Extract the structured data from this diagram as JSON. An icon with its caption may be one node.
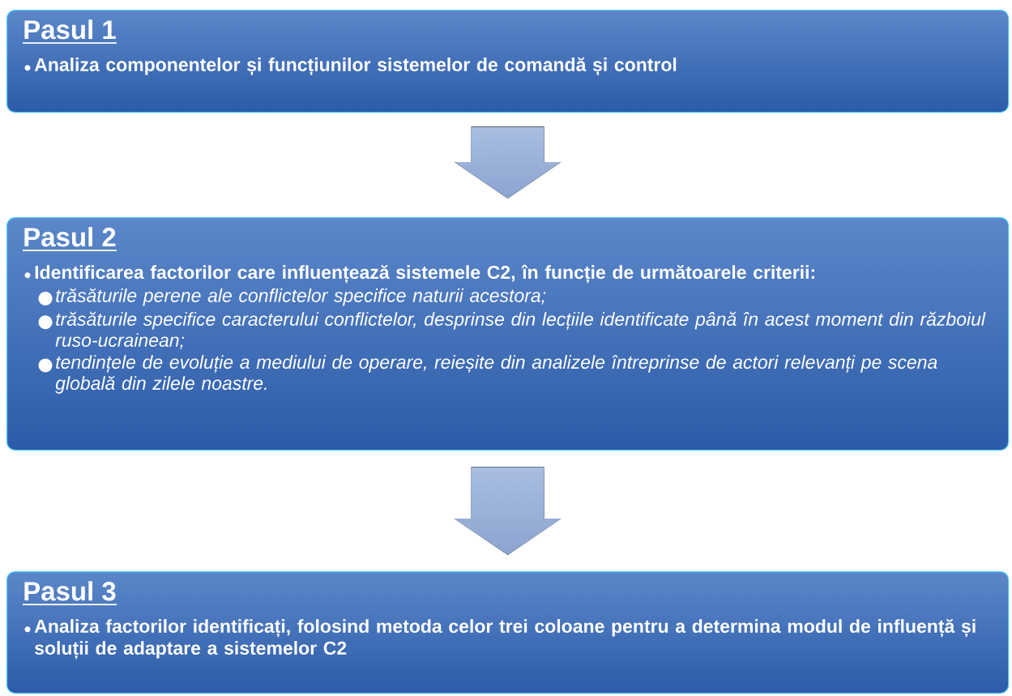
{
  "diagram": {
    "nodes": [
      {
        "text": [
          "Pasul 1",
          "Analiza componentelor și funcțiunilor sistemelor de comandă și control"
        ]
      },
      {
        "text": [
          "Pasul 2",
          "Identificarea factorilor care influențează sistemele C2, în funcție de următoarele criterii:",
          "trăsăturile perene ale conflictelor specifice naturii acestora;",
          "trăsăturile specifice caracterului conflictelor, desprinse din lecțiile identificate până în acest moment din războiul ruso-ucrainean;",
          "tendințele de evoluție a mediului de operare, reieșite din analizele întreprinse de actori relevanți pe scena globală din zilele noastre."
        ]
      },
      {
        "text": [
          "Pasul 3",
          "Analiza factorilor identificați, folosind metoda celor trei coloane pentru a determina modul de influență și soluții de adaptare a sistemelor C2"
        ]
      }
    ],
    "edges": [
      {
        "from": 0,
        "to": 1,
        "arrow": "to"
      },
      {
        "from": 1,
        "to": 2,
        "arrow": "to"
      }
    ]
  }
}
